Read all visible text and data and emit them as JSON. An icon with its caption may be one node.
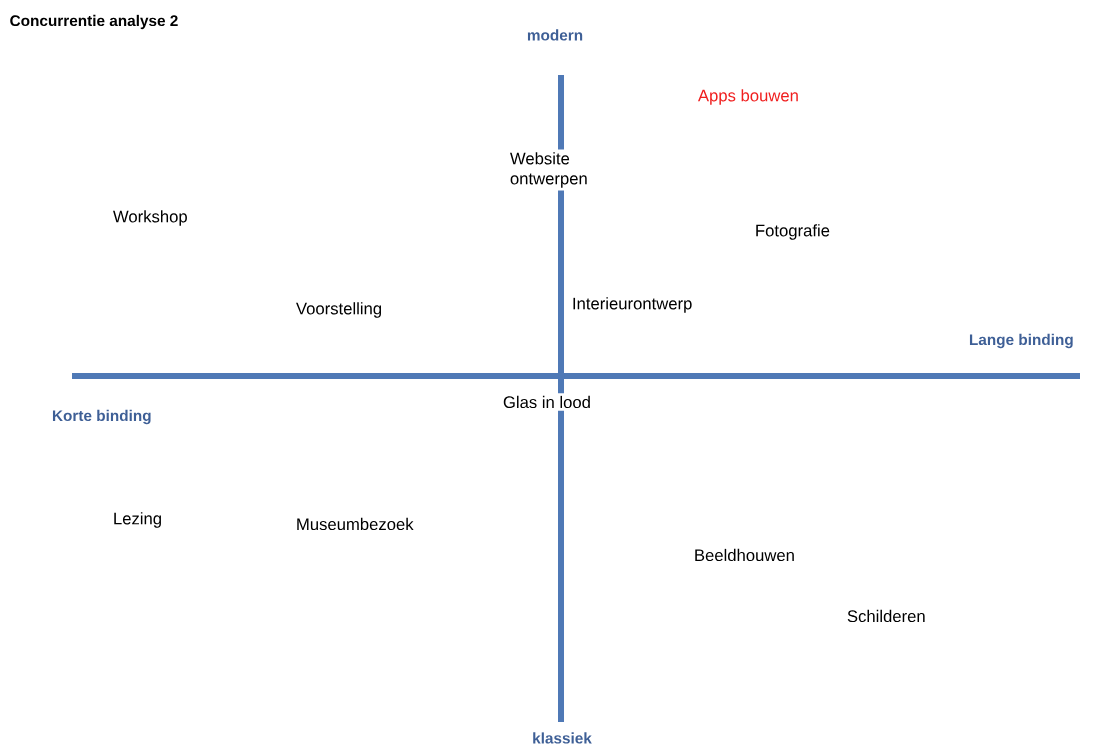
{
  "diagram": {
    "title": "Concurrentie analyse 2",
    "labels": [
      "modern",
      "Apps bouwen",
      "Website ontwerpen",
      "Workshop",
      "Fotografie",
      "Interieurontwerp",
      "Voorstelling",
      "Lange binding",
      "Glas in lood",
      "Korte binding",
      "Lezing",
      "Museumbezoek",
      "Beeldhouwen",
      "Schilderen",
      "klassiek"
    ]
  }
}
